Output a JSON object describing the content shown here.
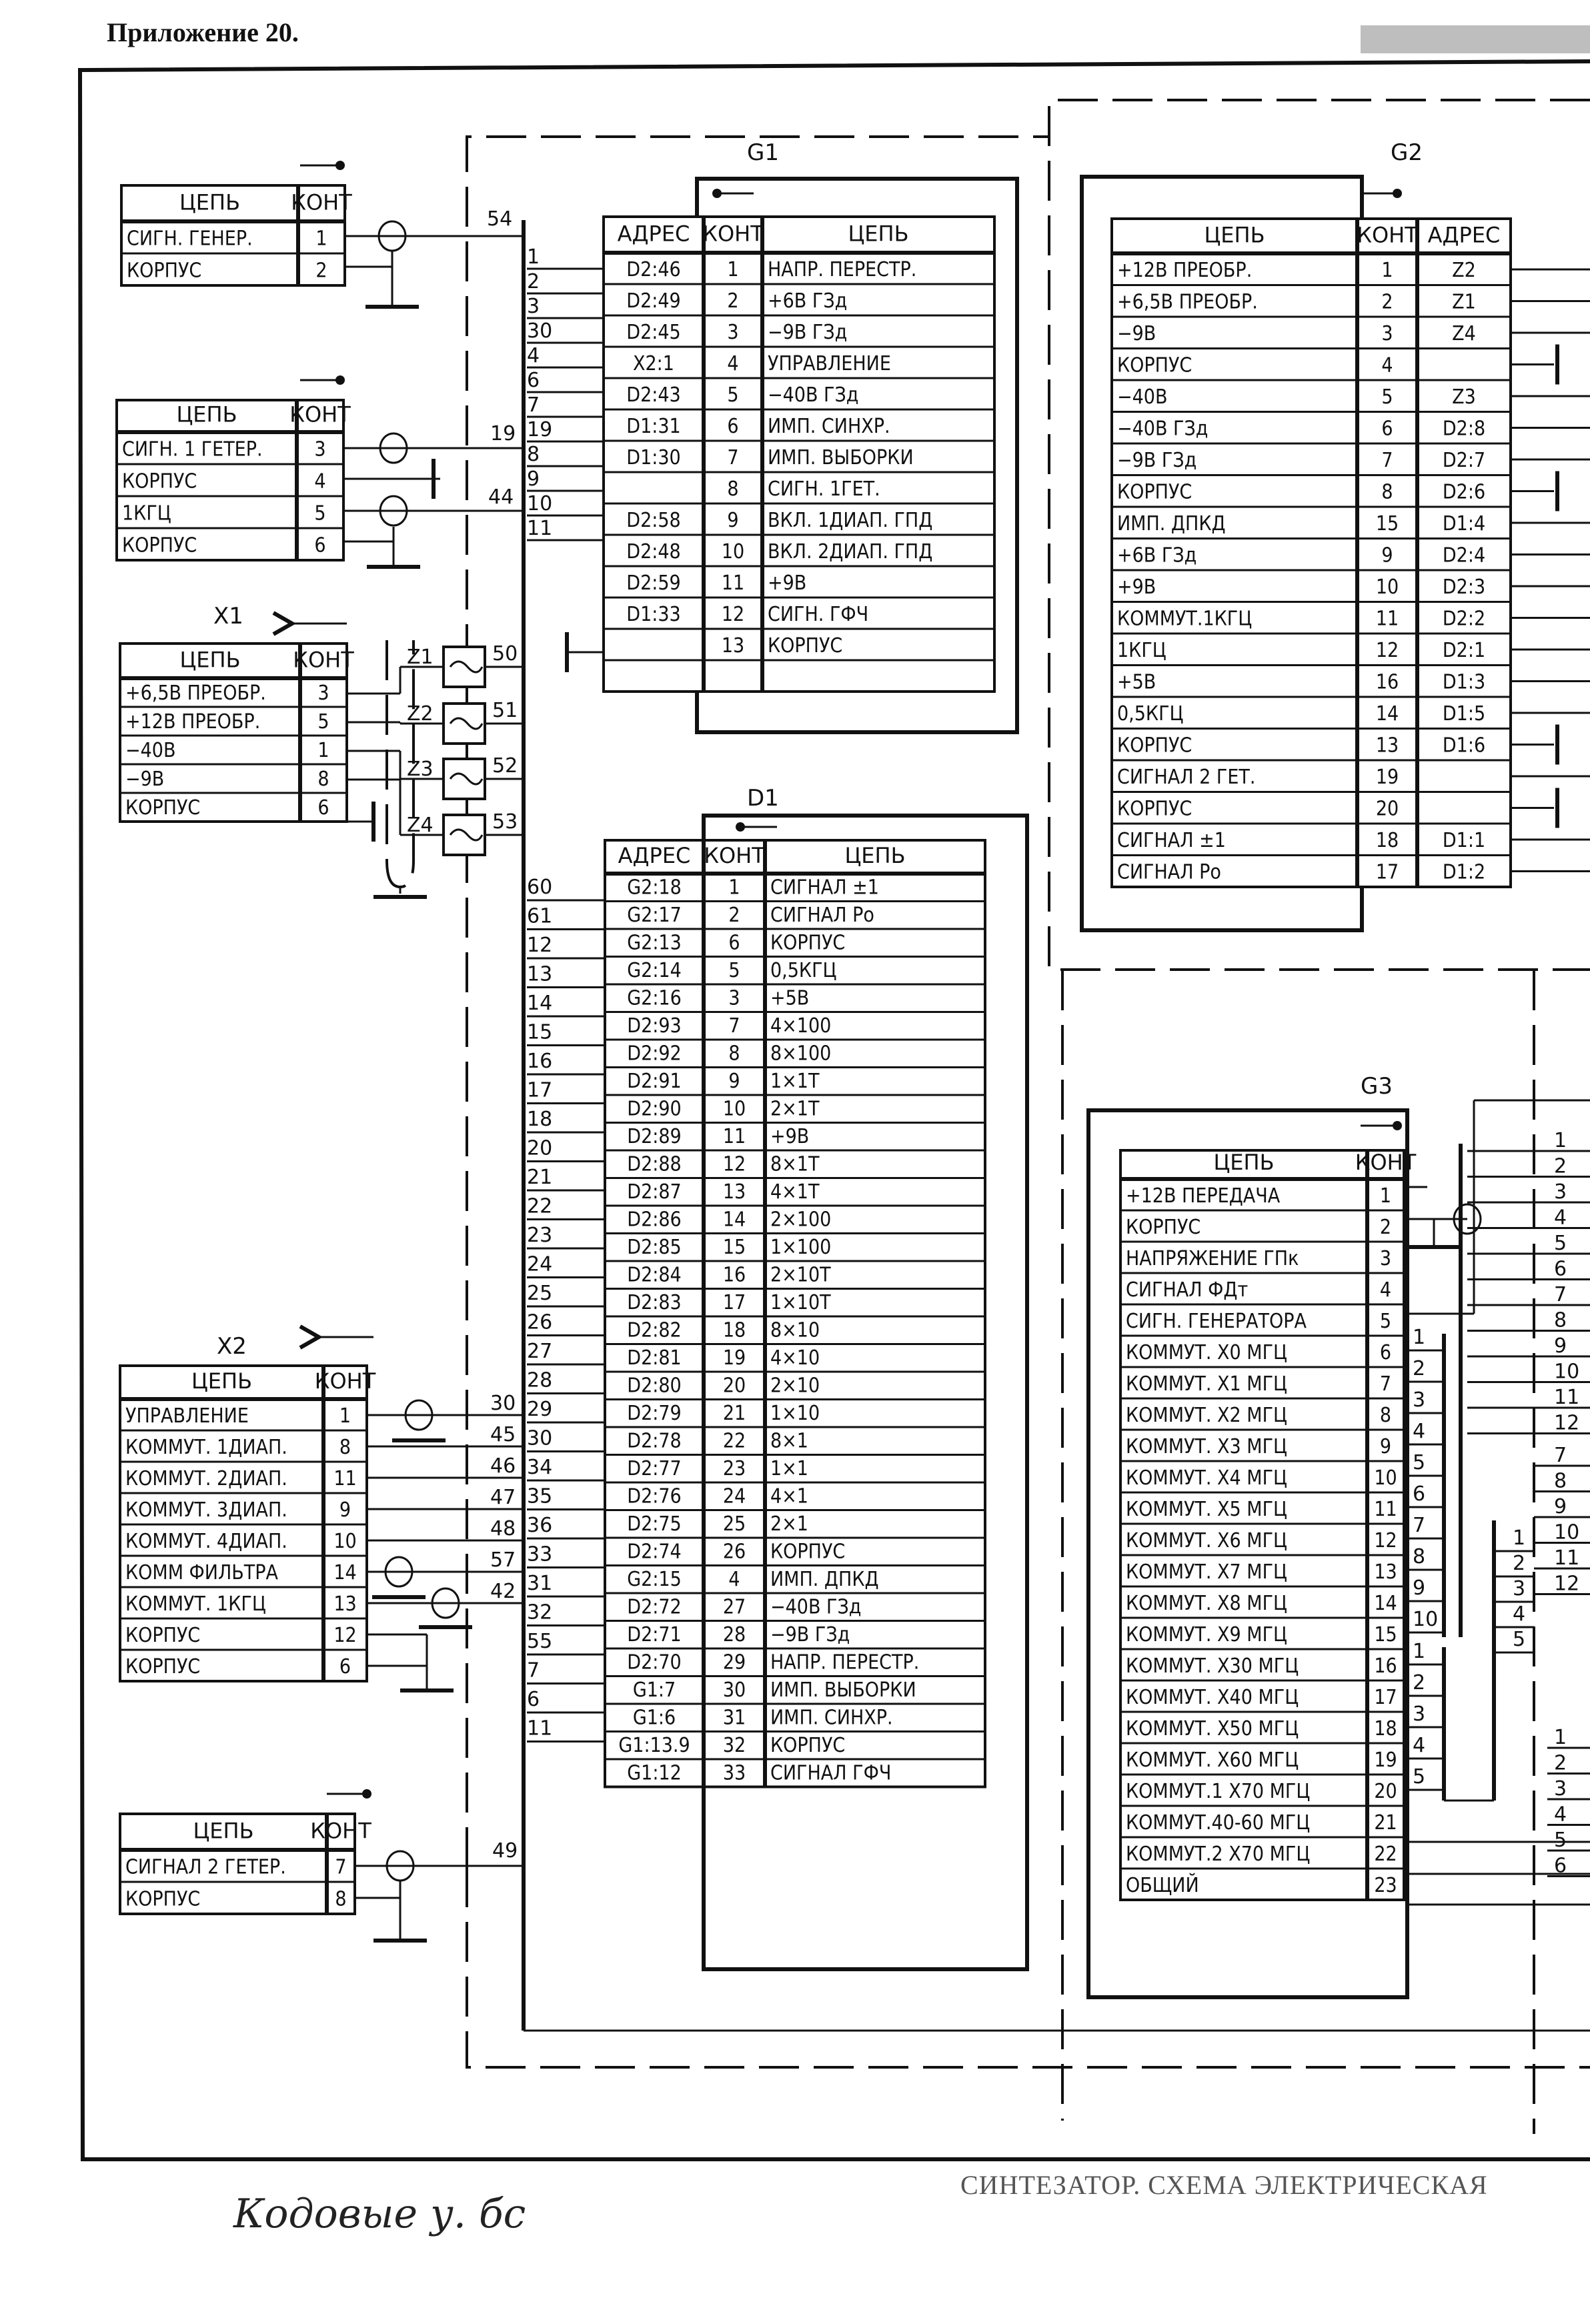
{
  "page": {
    "heading": "Приложение 20.",
    "footer_title": "СИНТЕЗАТОР. СХЕМА ЭЛЕКТРИЧЕСКАЯ",
    "handwritten_note": "Кодовые у. бс"
  },
  "common": {
    "col_circuit": "ЦЕПЬ",
    "col_contact": "КОНТ",
    "col_address": "АДРЕС"
  },
  "connectors": {
    "c1": {
      "rows": [
        {
          "circuit": "СИГН. ГЕНЕР.",
          "contact": "1",
          "wire": "54"
        },
        {
          "circuit": "КОРПУС",
          "contact": "2"
        }
      ]
    },
    "c2": {
      "rows": [
        {
          "circuit": "СИГН. 1 ГЕТЕР.",
          "contact": "3",
          "wire": "19"
        },
        {
          "circuit": "КОРПУС",
          "contact": "4"
        },
        {
          "circuit": "1КГЦ",
          "contact": "5",
          "wire": "44"
        },
        {
          "circuit": "КОРПУС",
          "contact": "6"
        }
      ]
    },
    "x1": {
      "label": "X1",
      "rows": [
        {
          "circuit": "+6,5В ПРЕОБР.",
          "contact": "3"
        },
        {
          "circuit": "+12В ПРЕОБР.",
          "contact": "5"
        },
        {
          "circuit": "−40В",
          "contact": "1"
        },
        {
          "circuit": "−9В",
          "contact": "8"
        },
        {
          "circuit": "КОРПУС",
          "contact": "6"
        }
      ],
      "filters": [
        {
          "name": "Z1",
          "wire": "50"
        },
        {
          "name": "Z2",
          "wire": "51"
        },
        {
          "name": "Z3",
          "wire": "52"
        },
        {
          "name": "Z4",
          "wire": "53"
        }
      ]
    },
    "x2": {
      "label": "X2",
      "rows": [
        {
          "circuit": "УПРАВЛЕНИЕ",
          "contact": "1",
          "wire": "30"
        },
        {
          "circuit": "КОММУТ. 1ДИАП.",
          "contact": "8",
          "wire": "45"
        },
        {
          "circuit": "КОММУТ. 2ДИАП.",
          "contact": "11",
          "wire": "46"
        },
        {
          "circuit": "КОММУТ. 3ДИАП.",
          "contact": "9",
          "wire": "47"
        },
        {
          "circuit": "КОММУТ. 4ДИАП.",
          "contact": "10",
          "wire": "48"
        },
        {
          "circuit": "КОММ ФИЛЬТРА",
          "contact": "14",
          "wire": "57"
        },
        {
          "circuit": "КОММУТ. 1КГЦ",
          "contact": "13",
          "wire": "42"
        },
        {
          "circuit": "КОРПУС",
          "contact": "12"
        },
        {
          "circuit": "КОРПУС",
          "contact": "6"
        }
      ]
    },
    "c3": {
      "rows": [
        {
          "circuit": "СИГНАЛ 2 ГЕТЕР.",
          "contact": "7",
          "wire": "49"
        },
        {
          "circuit": "КОРПУС",
          "contact": "8"
        }
      ]
    }
  },
  "bus_g1": [
    "1",
    "2",
    "3",
    "30",
    "4",
    "6",
    "7",
    "19",
    "8",
    "9",
    "10",
    "11"
  ],
  "bus_d1": [
    "60",
    "61",
    "12",
    "13",
    "14",
    "15",
    "16",
    "17",
    "18",
    "20",
    "21",
    "22",
    "23",
    "24",
    "25",
    "26",
    "27",
    "28",
    "29",
    "30",
    "34",
    "35",
    "36",
    "33",
    "31",
    "32",
    "55",
    "7",
    "6",
    "11"
  ],
  "g1": {
    "label": "G1",
    "rows": [
      {
        "address": "D2:46",
        "contact": "1",
        "circuit": "НАПР. ПЕРЕСТР."
      },
      {
        "address": "D2:49",
        "contact": "2",
        "circuit": "+6В ГЗд"
      },
      {
        "address": "D2:45",
        "contact": "3",
        "circuit": "−9В ГЗд"
      },
      {
        "address": "X2:1",
        "contact": "4",
        "circuit": "УПРАВЛЕНИЕ"
      },
      {
        "address": "D2:43",
        "contact": "5",
        "circuit": "−40В ГЗд"
      },
      {
        "address": "D1:31",
        "contact": "6",
        "circuit": "ИМП. СИНХР."
      },
      {
        "address": "D1:30",
        "contact": "7",
        "circuit": "ИМП. ВЫБОРКИ"
      },
      {
        "address": "",
        "contact": "8",
        "circuit": "СИГН. 1ГЕТ."
      },
      {
        "address": "D2:58",
        "contact": "9",
        "circuit": "ВКЛ. 1ДИАП. ГПД"
      },
      {
        "address": "D2:48",
        "contact": "10",
        "circuit": "ВКЛ. 2ДИАП. ГПД"
      },
      {
        "address": "D2:59",
        "contact": "11",
        "circuit": "+9В"
      },
      {
        "address": "D1:33",
        "contact": "12",
        "circuit": "СИГН. ГФЧ"
      },
      {
        "address": "",
        "contact": "13",
        "circuit": "КОРПУС"
      },
      {
        "address": "",
        "contact": "",
        "circuit": ""
      }
    ]
  },
  "g2": {
    "label": "G2",
    "rows": [
      {
        "circuit": "+12В ПРЕОБР.",
        "contact": "1",
        "address": "Z2"
      },
      {
        "circuit": "+6,5В ПРЕОБР.",
        "contact": "2",
        "address": "Z1"
      },
      {
        "circuit": "−9В",
        "contact": "3",
        "address": "Z4"
      },
      {
        "circuit": "КОРПУС",
        "contact": "4",
        "address": ""
      },
      {
        "circuit": "−40В",
        "contact": "5",
        "address": "Z3"
      },
      {
        "circuit": "−40В ГЗд",
        "contact": "6",
        "address": "D2:8"
      },
      {
        "circuit": "−9В ГЗд",
        "contact": "7",
        "address": "D2:7"
      },
      {
        "circuit": "КОРПУС",
        "contact": "8",
        "address": "D2:6"
      },
      {
        "circuit": "ИМП. ДПКД",
        "contact": "15",
        "address": "D1:4"
      },
      {
        "circuit": "+6В ГЗд",
        "contact": "9",
        "address": "D2:4"
      },
      {
        "circuit": "+9В",
        "contact": "10",
        "address": "D2:3"
      },
      {
        "circuit": "КОММУТ.1КГЦ",
        "contact": "11",
        "address": "D2:2"
      },
      {
        "circuit": "1КГЦ",
        "contact": "12",
        "address": "D2:1"
      },
      {
        "circuit": "+5В",
        "contact": "16",
        "address": "D1:3"
      },
      {
        "circuit": "0,5КГЦ",
        "contact": "14",
        "address": "D1:5"
      },
      {
        "circuit": "КОРПУС",
        "contact": "13",
        "address": "D1:6"
      },
      {
        "circuit": "СИГНАЛ 2 ГЕТ.",
        "contact": "19",
        "address": ""
      },
      {
        "circuit": "КОРПУС",
        "contact": "20",
        "address": ""
      },
      {
        "circuit": "СИГНАЛ ±1",
        "contact": "18",
        "address": "D1:1"
      },
      {
        "circuit": "СИГНАЛ Ро",
        "contact": "17",
        "address": "D1:2"
      }
    ]
  },
  "d1": {
    "label": "D1",
    "rows": [
      {
        "address": "G2:18",
        "contact": "1",
        "circuit": "СИГНАЛ ±1"
      },
      {
        "address": "G2:17",
        "contact": "2",
        "circuit": "СИГНАЛ Ро"
      },
      {
        "address": "G2:13",
        "contact": "6",
        "circuit": "КОРПУС"
      },
      {
        "address": "G2:14",
        "contact": "5",
        "circuit": "0,5КГЦ"
      },
      {
        "address": "G2:16",
        "contact": "3",
        "circuit": "+5В"
      },
      {
        "address": "D2:93",
        "contact": "7",
        "circuit": "4×100"
      },
      {
        "address": "D2:92",
        "contact": "8",
        "circuit": "8×100"
      },
      {
        "address": "D2:91",
        "contact": "9",
        "circuit": "1×1Т"
      },
      {
        "address": "D2:90",
        "contact": "10",
        "circuit": "2×1Т"
      },
      {
        "address": "D2:89",
        "contact": "11",
        "circuit": "+9В"
      },
      {
        "address": "D2:88",
        "contact": "12",
        "circuit": "8×1Т"
      },
      {
        "address": "D2:87",
        "contact": "13",
        "circuit": "4×1Т"
      },
      {
        "address": "D2:86",
        "contact": "14",
        "circuit": "2×100"
      },
      {
        "address": "D2:85",
        "contact": "15",
        "circuit": "1×100"
      },
      {
        "address": "D2:84",
        "contact": "16",
        "circuit": "2×10Т"
      },
      {
        "address": "D2:83",
        "contact": "17",
        "circuit": "1×10Т"
      },
      {
        "address": "D2:82",
        "contact": "18",
        "circuit": "8×10"
      },
      {
        "address": "D2:81",
        "contact": "19",
        "circuit": "4×10"
      },
      {
        "address": "D2:80",
        "contact": "20",
        "circuit": "2×10"
      },
      {
        "address": "D2:79",
        "contact": "21",
        "circuit": "1×10"
      },
      {
        "address": "D2:78",
        "contact": "22",
        "circuit": "8×1"
      },
      {
        "address": "D2:77",
        "contact": "23",
        "circuit": "1×1"
      },
      {
        "address": "D2:76",
        "contact": "24",
        "circuit": "4×1"
      },
      {
        "address": "D2:75",
        "contact": "25",
        "circuit": "2×1"
      },
      {
        "address": "D2:74",
        "contact": "26",
        "circuit": "КОРПУС"
      },
      {
        "address": "G2:15",
        "contact": "4",
        "circuit": "ИМП. ДПКД"
      },
      {
        "address": "D2:72",
        "contact": "27",
        "circuit": "−40В ГЗд"
      },
      {
        "address": "D2:71",
        "contact": "28",
        "circuit": "−9В ГЗд"
      },
      {
        "address": "D2:70",
        "contact": "29",
        "circuit": "НАПР. ПЕРЕСТР."
      },
      {
        "address": "G1:7",
        "contact": "30",
        "circuit": "ИМП. ВЫБОРКИ"
      },
      {
        "address": "G1:6",
        "contact": "31",
        "circuit": "ИМП. СИНХР."
      },
      {
        "address": "G1:13.9",
        "contact": "32",
        "circuit": "КОРПУС"
      },
      {
        "address": "G1:12",
        "contact": "33",
        "circuit": "СИГНАЛ ГФЧ"
      }
    ]
  },
  "g3": {
    "label": "G3",
    "rows": [
      {
        "circuit": "+12В ПЕРЕДАЧА",
        "contact": "1"
      },
      {
        "circuit": "КОРПУС",
        "contact": "2"
      },
      {
        "circuit": "НАПРЯЖЕНИЕ ГПк",
        "contact": "3"
      },
      {
        "circuit": "СИГНАЛ ФДт",
        "contact": "4"
      },
      {
        "circuit": "СИГН. ГЕНЕРАТОРА",
        "contact": "5"
      },
      {
        "circuit": "КОММУТ. X0 МГЦ",
        "contact": "6"
      },
      {
        "circuit": "КОММУТ. X1 МГЦ",
        "contact": "7"
      },
      {
        "circuit": "КОММУТ. X2 МГЦ",
        "contact": "8"
      },
      {
        "circuit": "КОММУТ. X3 МГЦ",
        "contact": "9"
      },
      {
        "circuit": "КОММУТ. X4 МГЦ",
        "contact": "10"
      },
      {
        "circuit": "КОММУТ. X5 МГЦ",
        "contact": "11"
      },
      {
        "circuit": "КОММУТ. X6 МГЦ",
        "contact": "12"
      },
      {
        "circuit": "КОММУТ. X7 МГЦ",
        "contact": "13"
      },
      {
        "circuit": "КОММУТ. X8 МГЦ",
        "contact": "14"
      },
      {
        "circuit": "КОММУТ. X9 МГЦ",
        "contact": "15"
      },
      {
        "circuit": "КОММУТ. X30 МГЦ",
        "contact": "16"
      },
      {
        "circuit": "КОММУТ. X40 МГЦ",
        "contact": "17"
      },
      {
        "circuit": "КОММУТ. X50 МГЦ",
        "contact": "18"
      },
      {
        "circuit": "КОММУТ. X60 МГЦ",
        "contact": "19"
      },
      {
        "circuit": "КОММУТ.1 X70 МГЦ",
        "contact": "20"
      },
      {
        "circuit": "КОММУТ.40-60 МГЦ",
        "contact": "21"
      },
      {
        "circuit": "КОММУТ.2 X70 МГЦ",
        "contact": "22"
      },
      {
        "circuit": "ОБЩИЙ",
        "contact": "23"
      }
    ],
    "bundle_a": [
      "1",
      "2",
      "3",
      "4",
      "5",
      "6",
      "7",
      "8",
      "9",
      "10"
    ],
    "bundle_b": [
      "1",
      "2",
      "3",
      "4",
      "5"
    ],
    "bundle_c": [
      "1",
      "2",
      "3",
      "4",
      "5"
    ]
  },
  "right_edge": {
    "group1": [
      "1",
      "2",
      "3",
      "4",
      "5",
      "6",
      "7",
      "8",
      "9",
      "10",
      "11",
      "12"
    ],
    "group2": [
      "7",
      "8",
      "9",
      "10",
      "11",
      "12"
    ],
    "group3": [
      "1",
      "2",
      "3",
      "4",
      "5",
      "6"
    ]
  }
}
